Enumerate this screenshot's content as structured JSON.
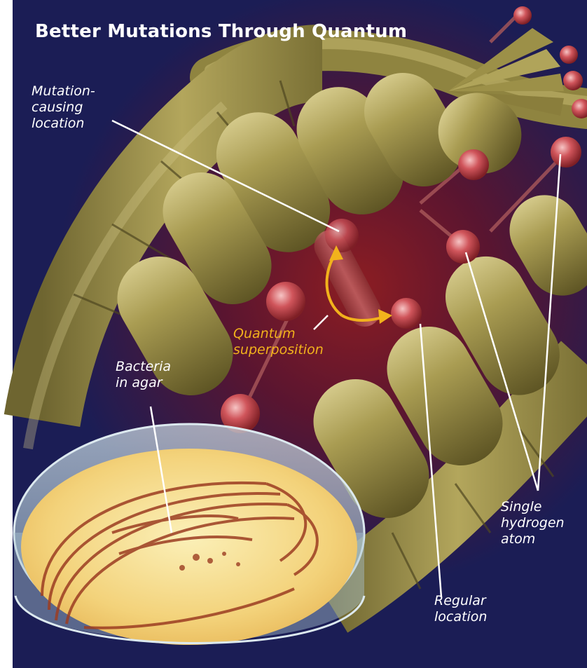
{
  "title": "Better Mutations Through Quantum",
  "labels": {
    "mutation_location": [
      "Mutation-",
      "causing",
      "location"
    ],
    "quantum_superposition": [
      "Quantum",
      "superposition"
    ],
    "bacteria": [
      "Bacteria",
      "in agar"
    ],
    "hydrogen": [
      "Single",
      "hydrogen",
      "atom"
    ],
    "regular_location": [
      "Regular",
      "location"
    ]
  },
  "colors": {
    "background_dark": "#1b1d55",
    "background_glow": "#7a1a1f",
    "helix_gold": "#a59a4e",
    "atom_red": "#d0555b",
    "arrow_yellow": "#f2b21c",
    "agar_yellow": "#f3d27a",
    "bacteria_brown": "#9c3d22"
  }
}
